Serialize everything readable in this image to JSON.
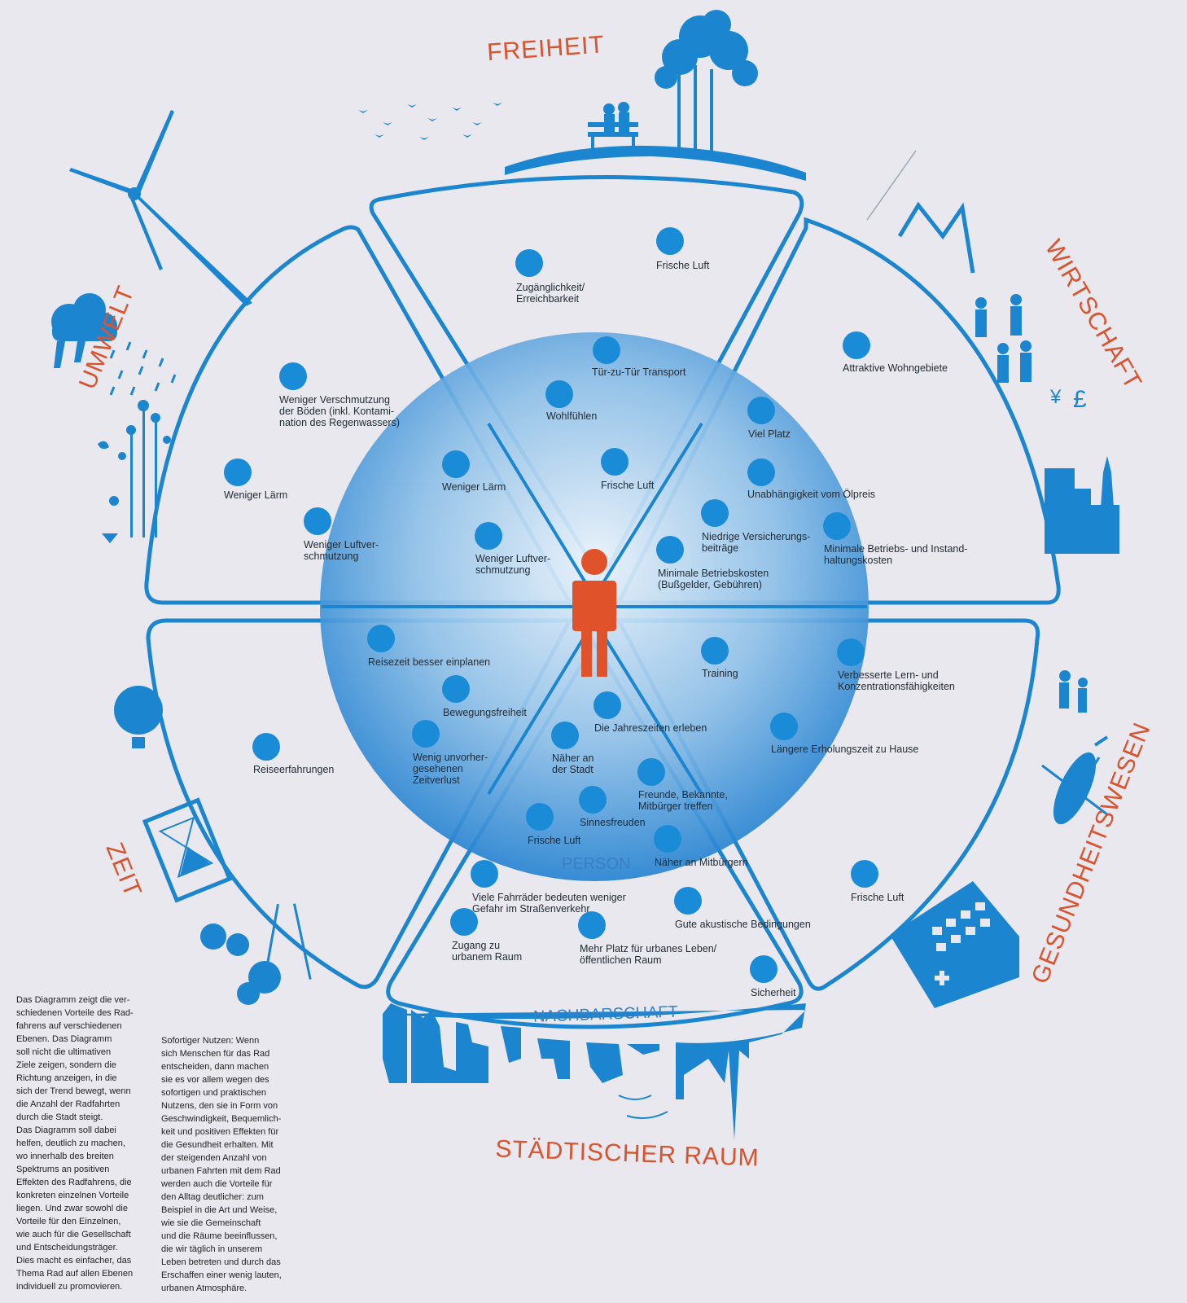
{
  "colors": {
    "primary_blue": "#1b86cf",
    "accent_red": "#d9532f",
    "background": "#e9e8ee"
  },
  "inner_circle_label": "PERSON",
  "neighbourhood_label": "NACHBARSCHAFT",
  "categories": {
    "freiheit": "FREIHEIT",
    "wirtschaft": "WIRTSCHAFT",
    "gesundheitswesen": "GESUNDHEITSWESEN",
    "staedtischer_raum": "STÄDTISCHER RAUM",
    "zeit": "ZEIT",
    "umwelt": "UMWELT"
  },
  "benefits": [
    {
      "lines": [
        "Zugänglichkeit/",
        "Erreichbarkeit"
      ]
    },
    {
      "lines": [
        "Frische Luft"
      ]
    },
    {
      "lines": [
        "Tür-zu-Tür Transport"
      ]
    },
    {
      "lines": [
        "Wohlfühlen"
      ]
    },
    {
      "lines": [
        "Frische Luft"
      ]
    },
    {
      "lines": [
        "Weniger Verschmutzung",
        "der Böden (inkl. Kontami-",
        "nation des Regenwassers)"
      ]
    },
    {
      "lines": [
        "Weniger Lärm"
      ]
    },
    {
      "lines": [
        "Weniger Lärm"
      ]
    },
    {
      "lines": [
        "Weniger Luftver-",
        "schmutzung"
      ]
    },
    {
      "lines": [
        "Weniger Luftver-",
        "schmutzung"
      ]
    },
    {
      "lines": [
        "Attraktive Wohngebiete"
      ]
    },
    {
      "lines": [
        "Viel Platz"
      ]
    },
    {
      "lines": [
        "Unabhängigkeit vom Ölpreis"
      ]
    },
    {
      "lines": [
        "Niedrige Versicherungs-",
        "beiträge"
      ]
    },
    {
      "lines": [
        "Minimale Betriebs- und Instand-",
        "haltungskosten"
      ]
    },
    {
      "lines": [
        "Minimale Betriebskosten",
        "(Bußgelder, Gebühren)"
      ]
    },
    {
      "lines": [
        "Reisezeit besser einplanen"
      ]
    },
    {
      "lines": [
        "Bewegungsfreiheit"
      ]
    },
    {
      "lines": [
        "Wenig unvorher-",
        "gesehenen",
        "Zeitverlust"
      ]
    },
    {
      "lines": [
        "Reiseerfahrungen"
      ]
    },
    {
      "lines": [
        "Training"
      ]
    },
    {
      "lines": [
        "Verbesserte Lern- und",
        "Konzentrationsfähigkeiten"
      ]
    },
    {
      "lines": [
        "Längere Erholungszeit zu Hause"
      ]
    },
    {
      "lines": [
        "Die Jahreszeiten erleben"
      ]
    },
    {
      "lines": [
        "Näher an",
        "der Stadt"
      ]
    },
    {
      "lines": [
        "Freunde, Bekannte,",
        "Mitbürger treffen"
      ]
    },
    {
      "lines": [
        "Sinnesfreuden"
      ]
    },
    {
      "lines": [
        "Frische Luft"
      ]
    },
    {
      "lines": [
        "Näher an Mitbürgern"
      ]
    },
    {
      "lines": [
        "Viele Fahrräder bedeuten weniger",
        "Gefahr im Straßenverkehr"
      ]
    },
    {
      "lines": [
        "Zugang zu",
        "urbanem Raum"
      ]
    },
    {
      "lines": [
        "Mehr Platz für urbanes Leben/",
        "öffentlichen Raum"
      ]
    },
    {
      "lines": [
        "Gute akustische Bedingungen"
      ]
    },
    {
      "lines": [
        "Frische Luft"
      ]
    },
    {
      "lines": [
        "Sicherheit"
      ]
    }
  ],
  "notes": {
    "left": "Das Diagramm zeigt die ver-\nschiedenen Vorteile des Rad-\nfahrens auf verschiedenen\nEbenen. Das Diagramm\nsoll nicht die ultimativen\nZiele zeigen, sondern die\nRichtung anzeigen, in die\nsich der Trend bewegt, wenn\ndie Anzahl der Radfahrten\ndurch die Stadt steigt.\nDas Diagramm soll dabei\nhelfen, deutlich zu machen,\nwo innerhalb des breiten\nSpektrums an positiven\nEffekten des Radfahrens, die\nkonkreten einzelnen Vorteile\nliegen.  Und zwar sowohl die\nVorteile für den Einzelnen,\nwie auch für die Gesellschaft\nund Entscheidungsträger.\nDies macht es einfacher, das\nThema Rad auf allen Ebenen\nindividuell zu promovieren.",
    "right": "Sofortiger Nutzen: Wenn\nsich Menschen für das Rad\nentscheiden, dann machen\nsie es vor allem wegen des\nsofortigen und praktischen\nNutzens, den sie in Form von\nGeschwindigkeit, Bequemlich-\nkeit und positiven Effekten für\ndie Gesundheit erhalten. Mit\nder steigenden Anzahl von\nurbanen Fahrten mit dem Rad\nwerden auch die Vorteile für\nden Alltag deutlicher: zum\nBeispiel in die Art und Weise,\nwie sie die Gemeinschaft\nund die Räume beeinflussen,\ndie wir täglich in unserem\nLeben betreten und durch das\nErschaffen einer wenig lauten,\nurbanen Atmosphäre."
  }
}
